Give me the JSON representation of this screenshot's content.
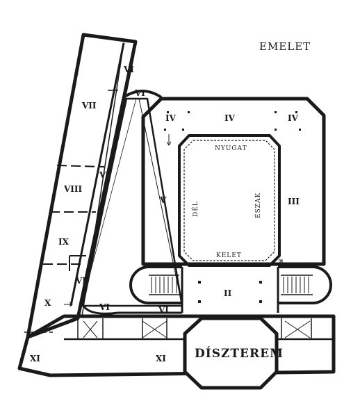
{
  "title": "EMELET",
  "hall_label": "DÍSZTEREM",
  "directions": {
    "north": "ÉSZAK",
    "south": "DÉL",
    "east": "KELET",
    "west": "NYUGAT"
  },
  "room_labels": {
    "vi_top": "VI",
    "vi_corridor_top": "VI",
    "vii": "VII",
    "vi_mid": "VI",
    "viii": "VIII",
    "ix": "IX",
    "vi_low": "VI",
    "x": "X",
    "vi_bottom_a": "VI",
    "vi_bottom_b": "VI",
    "xi_left": "XI",
    "xi_right": "XI",
    "iv_left": "IV",
    "iv_mid": "IV",
    "iv_right": "IV",
    "v": "V",
    "iii": "III",
    "ii": "II"
  }
}
